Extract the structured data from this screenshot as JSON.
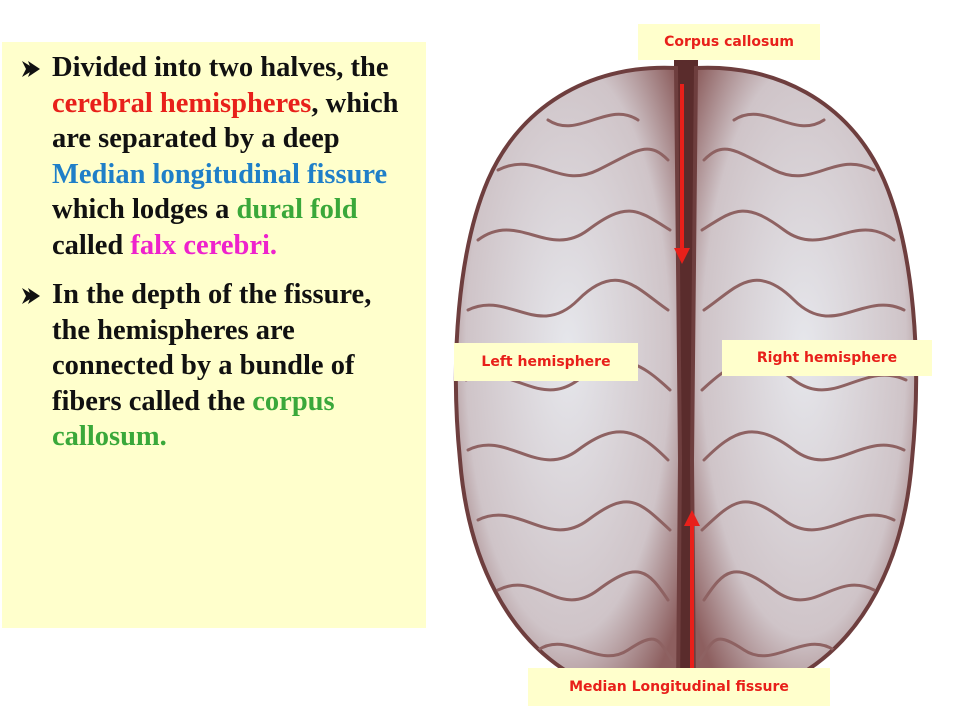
{
  "bullets": [
    {
      "segments": [
        {
          "text": "Divided into two halves, the ",
          "color": "#111111"
        },
        {
          "text": "cerebral hemispheres",
          "color": "#e8201a"
        },
        {
          "text": ", which are separated by a deep ",
          "color": "#111111"
        },
        {
          "text": "Median longitudinal fissure",
          "color": "#1f7fc8"
        },
        {
          "text": " which lodges a ",
          "color": "#111111"
        },
        {
          "text": "dural fold",
          "color": "#3aa83a"
        },
        {
          "text": " called ",
          "color": "#111111"
        },
        {
          "text": "falx cerebri.",
          "color": "#ee22cc"
        }
      ]
    },
    {
      "segments": [
        {
          "text": "In the depth of the fissure, the hemispheres are connected by a bundle of fibers called the ",
          "color": "#111111"
        },
        {
          "text": "corpus callosum.",
          "color": "#3aa83a"
        }
      ]
    }
  ],
  "labels": {
    "corpus_callosum": "Corpus callosum",
    "left_hemisphere": "Left hemisphere",
    "right_hemisphere": "Right hemisphere",
    "median_fissure": "Median Longitudinal fissure"
  },
  "colors": {
    "label_text": "#e8201a",
    "label_bg": "#ffffcc",
    "arrow": "#e8201a",
    "brain_tissue": "#d8d8dc",
    "brain_outline": "#7a4a4a"
  }
}
